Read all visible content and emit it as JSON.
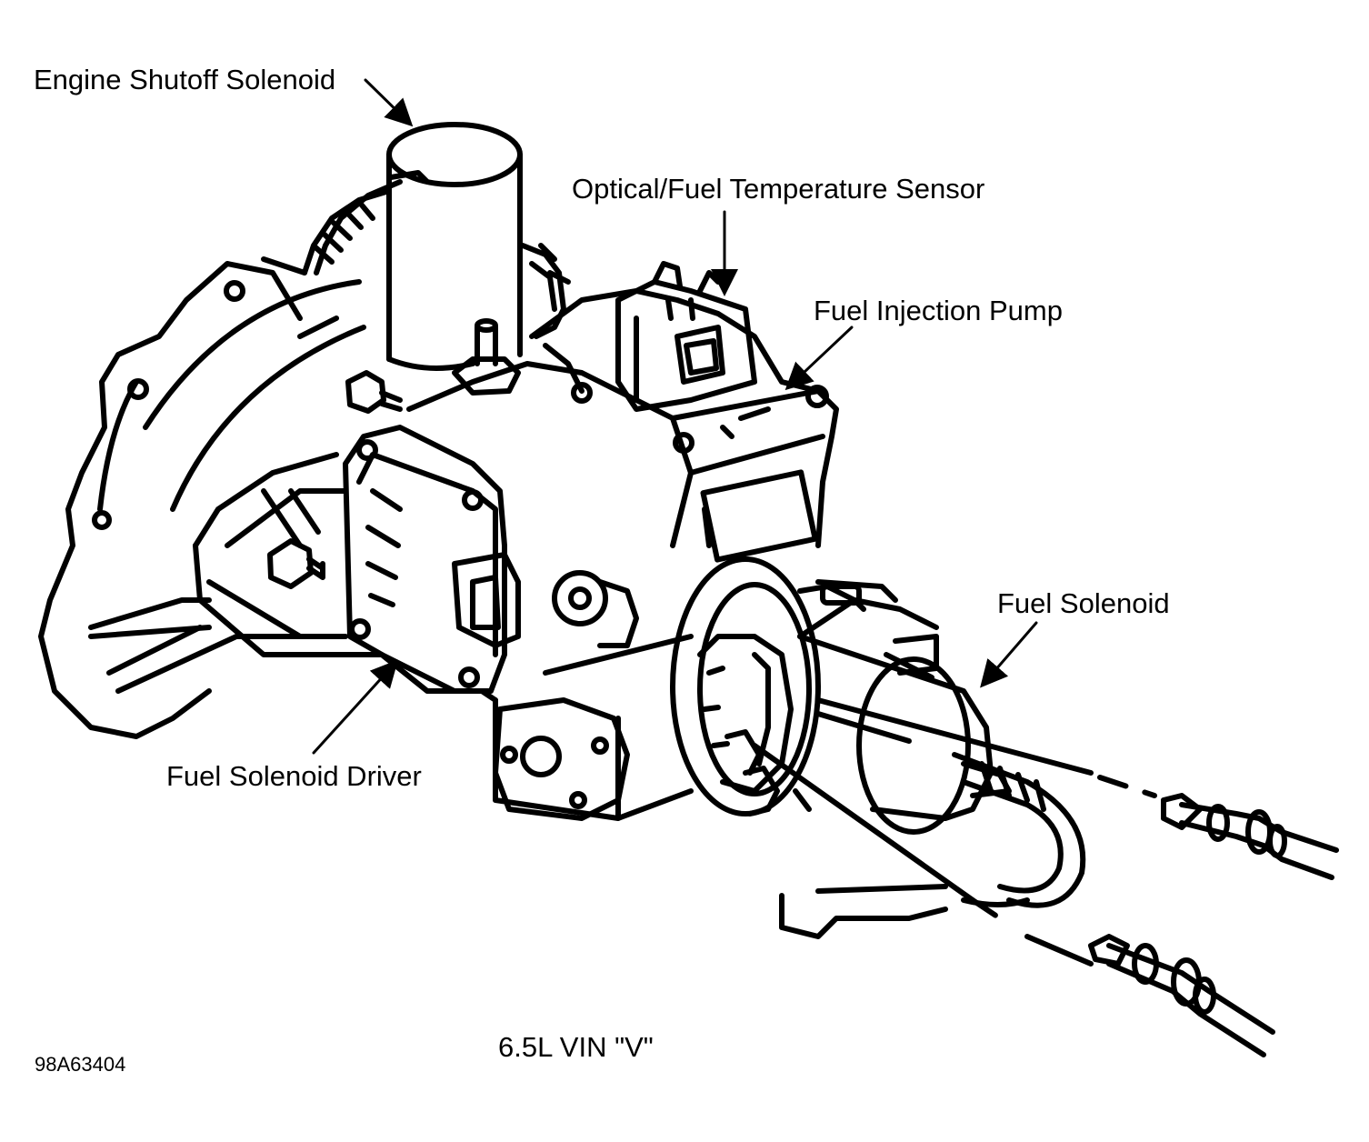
{
  "labels": {
    "engine_shutoff_solenoid": "Engine Shutoff Solenoid",
    "optical_fuel_temperature_sensor": "Optical/Fuel Temperature Sensor",
    "fuel_injection_pump": "Fuel Injection Pump",
    "fuel_solenoid": "Fuel Solenoid",
    "fuel_solenoid_driver": "Fuel Solenoid Driver"
  },
  "caption": "6.5L VIN \"V\"",
  "figure_id": "98A63404",
  "colors": {
    "ink": "#000000",
    "paper": "#ffffff"
  }
}
